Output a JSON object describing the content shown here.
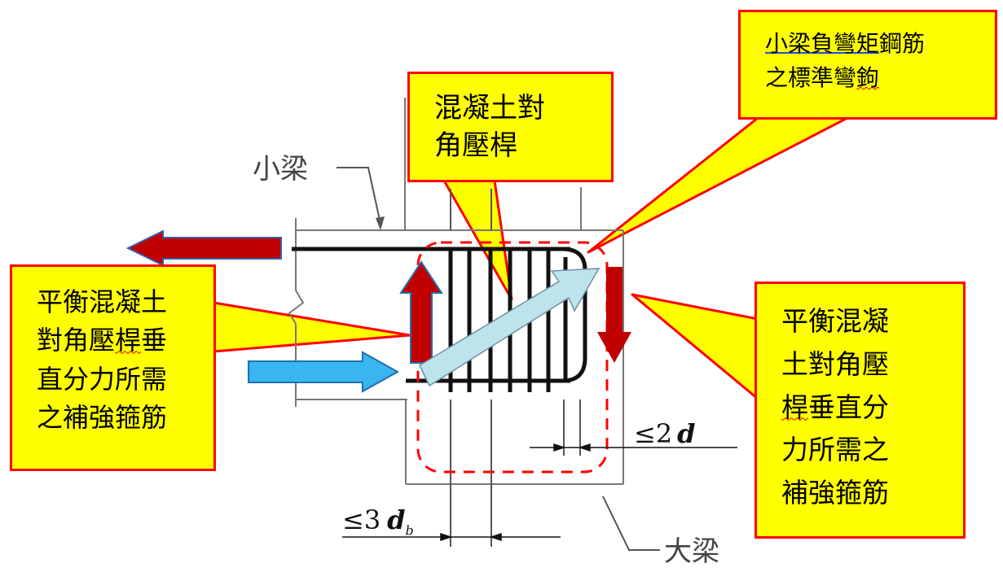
{
  "callouts": {
    "concrete_strut": {
      "lines": [
        "混凝土對",
        "角壓桿"
      ]
    },
    "hook": {
      "line1_a": "小梁負彎矩",
      "line1_b": "鋼筋",
      "line2_a": "之標準彎",
      "line2_b": "鉤"
    },
    "left_stirrup": {
      "line1": "平衡混凝土",
      "line2_a": "對角壓",
      "line2_b": "桿",
      "line2_c": "垂",
      "line3": "直分力所需",
      "line4": "之補強箍筋"
    },
    "right_stirrup": {
      "line1": "平衡混凝",
      "line2": "土對角壓",
      "line3_a": "桿",
      "line3_b": "垂直分",
      "line4": "力所需之",
      "line5": "補強箍筋"
    }
  },
  "labels": {
    "small_beam": "小梁",
    "large_beam": "大梁",
    "dim_2d_sym": "≤2",
    "dim_2d_var": "d",
    "dim_3db_sym": "≤3",
    "dim_3db_var": "d",
    "dim_3db_sub": "b"
  },
  "colors": {
    "callout_fill": "#ffff00",
    "callout_border": "#ff0000",
    "force_arrow_red": "#c00000",
    "force_arrow_blue": "#39b6ef",
    "strut_arrow": "#bde3ec",
    "dashed_region": "#ff0000",
    "underline_blue": "#1f4fd8",
    "underline_red": "#d40000"
  },
  "icons": {
    "tension_arrow": "arrow-left",
    "compression_arrow": "arrow-right",
    "up_force": "arrow-up",
    "down_force": "arrow-down",
    "strut": "arrow-diagonal"
  }
}
